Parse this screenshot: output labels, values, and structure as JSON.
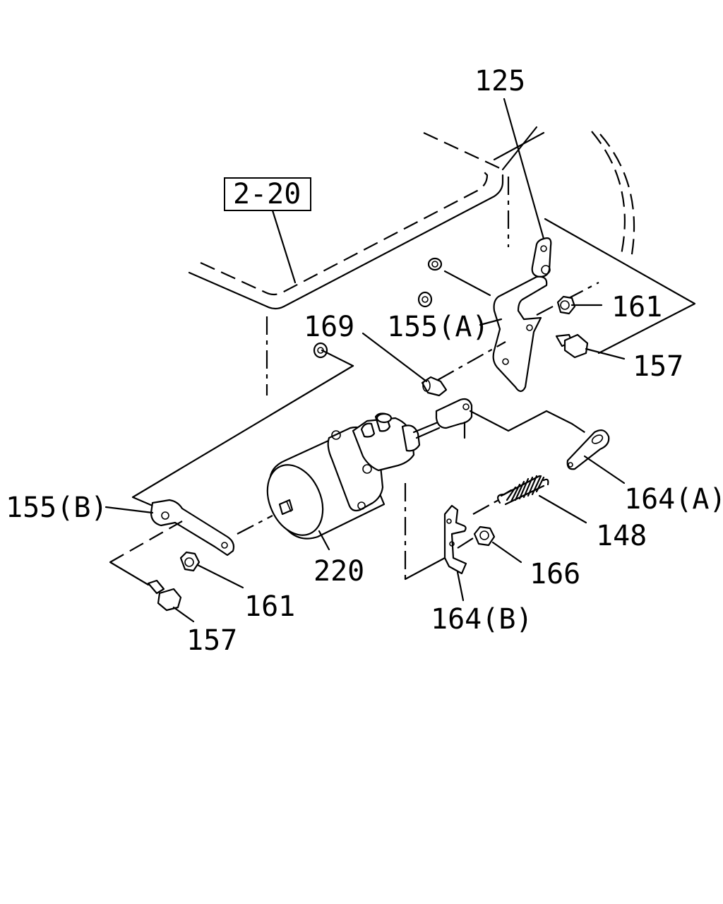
{
  "reference_box": {
    "text": "2-20"
  },
  "callouts": [
    {
      "id": "125",
      "text": "125"
    },
    {
      "id": "161-upper",
      "text": "161"
    },
    {
      "id": "169",
      "text": "169"
    },
    {
      "id": "155a",
      "text": "155(A)"
    },
    {
      "id": "157-upper",
      "text": "157"
    },
    {
      "id": "155b",
      "text": "155(B)"
    },
    {
      "id": "164a",
      "text": "164(A)"
    },
    {
      "id": "148",
      "text": "148"
    },
    {
      "id": "220",
      "text": "220"
    },
    {
      "id": "166",
      "text": "166"
    },
    {
      "id": "161-lower",
      "text": "161"
    },
    {
      "id": "164b",
      "text": "164(B)"
    },
    {
      "id": "157-lower",
      "text": "157"
    }
  ]
}
